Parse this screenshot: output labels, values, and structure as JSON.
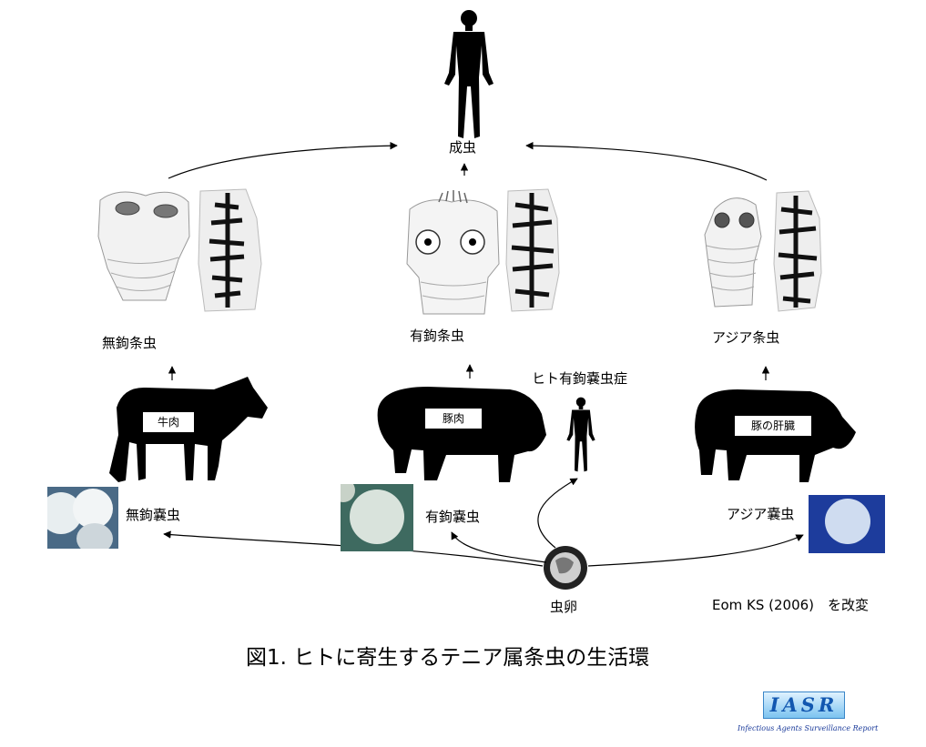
{
  "labels": {
    "adult": "成虫",
    "beef_tapeworm": "無鉤条虫",
    "pork_tapeworm": "有鉤条虫",
    "asian_tapeworm": "アジア条虫",
    "human_cysticercosis": "ヒト有鉤嚢虫症",
    "beef": "牛肉",
    "pork": "豚肉",
    "pig_liver": "豚の肝臓",
    "beef_cysticercus": "無鉤嚢虫",
    "pork_cysticercus": "有鉤嚢虫",
    "asian_cysticercus": "アジア嚢虫",
    "egg": "虫卵"
  },
  "credit": "Eom KS (2006)　を改変",
  "title": "図1. ヒトに寄生するテニア属条虫の生活環",
  "logo": {
    "text": "IASR",
    "subtitle": "Infectious Agents Surveillance Report"
  },
  "icons": [
    "human-silhouette-icon",
    "cow-silhouette-icon",
    "pig-silhouette-icon",
    "tapeworm-scolex-icon",
    "tapeworm-proglottid-icon",
    "egg-icon"
  ]
}
